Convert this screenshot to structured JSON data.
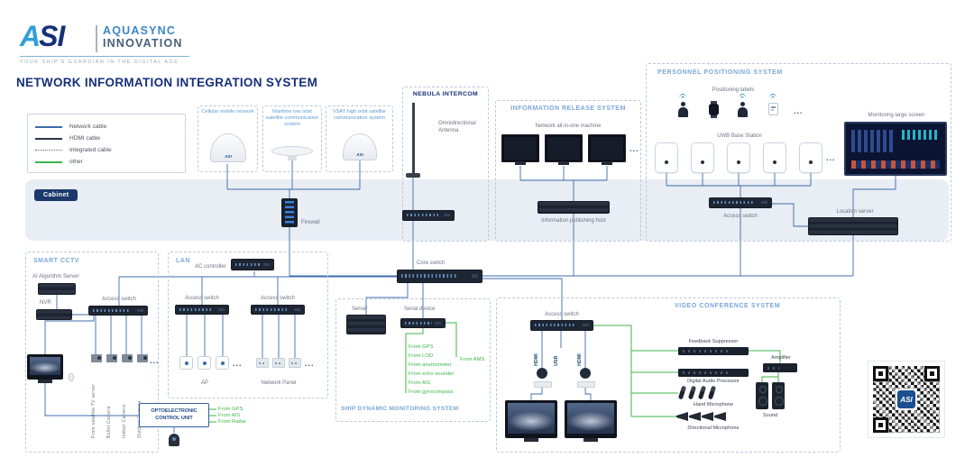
{
  "brand": {
    "logo_a": "A",
    "logo_rest": "SI",
    "name_line1": "AQUASYNC",
    "name_line2": "INNOVATION",
    "tagline": "YOUR SHIP'S GUARDIAN IN THE DIGITAL AGE"
  },
  "page_title": "NETWORK INFORMATION INTEGRATION SYSTEM",
  "colors": {
    "title_navy": "#162f79",
    "section_blue": "#7aa7d9",
    "network_cable": "#3c6ba8",
    "hdmi_cable": "#2b3548",
    "other_cable": "#3cb54a",
    "cabinet_bg": "#e9edf4",
    "dashed_border": "#b9cade"
  },
  "legend": {
    "items": [
      {
        "label": "Network cable"
      },
      {
        "label": "HDMI cable"
      },
      {
        "label": "Integrated cable"
      },
      {
        "label": "other"
      }
    ]
  },
  "cabinet_label": "Cabinet",
  "uplinks": {
    "cellular": "Cellular mobile network",
    "leo": "Maritime low orbit satellite communication system",
    "vsat": "VSAT high orbit satellite communication system",
    "dome_logo": "ASI"
  },
  "nebula": {
    "title": "NEBULA INTERCOM",
    "antenna": "Omnidirectional Antenna"
  },
  "firewall_label": "Firewall",
  "core_switch_label": "Core switch",
  "info_release": {
    "title": "INFORMATION RELEASE SYSTEM",
    "machine": "Network all-in-one machine",
    "host": "Information publishing host",
    "more": "..."
  },
  "personnel": {
    "title": "PERSONNEL POSITIONING SYSTEM",
    "positioning_labels": "Positioning labels",
    "uwb": "UWB Base Station",
    "screen": "Monitoring large screen",
    "access_switch": "Access switch",
    "location_server": "Location server",
    "more": "..."
  },
  "cctv": {
    "title": "SMART CCTV",
    "ai_server": "AI Algorithm Server",
    "nvr": "NVR",
    "access_switch": "Access switch",
    "cameras": [
      "From satellite TV server",
      "Bullet Camera",
      "Indoor Camera",
      "Outdoor Camera"
    ],
    "more": "..."
  },
  "lan": {
    "title": "LAN",
    "ac_controller": "AC controller",
    "access_switch_1": "Access switch",
    "access_switch_2": "Access switch",
    "ap": "AP",
    "network_panel": "Network Panel",
    "more_ap": "...",
    "more_panel": "..."
  },
  "ship_monitoring": {
    "title": "SHIP DYNAMIC MONITORING SYSTEM",
    "server": "Server",
    "serial_device": "Serial device",
    "inputs": [
      "From GPS",
      "From LOD",
      "From anemometer",
      "From echo sounder",
      "From AIS",
      "From gyrocompass"
    ],
    "ams": "From AMS"
  },
  "video_conference": {
    "title": "VIDEO CONFERENCE SYSTEM",
    "access_switch": "Access switch",
    "hdmi_1": "HDMI",
    "usb": "USB",
    "hdmi_2": "HDMI",
    "feedback_suppressor": "Feedback Suppressor",
    "amplifier": "Amplifier",
    "dap": "Digital Audio Processor",
    "hand_mic": "Hand Microphone",
    "directional_mic": "Directional Microphone",
    "sound": "Sound"
  },
  "optoelectronic": {
    "title": "OPTOELECTRONIC CONTROL UNIT",
    "inputs": [
      "From GPS",
      "From AIS",
      "From Radar"
    ]
  },
  "qr": {
    "logo": "ASI"
  }
}
